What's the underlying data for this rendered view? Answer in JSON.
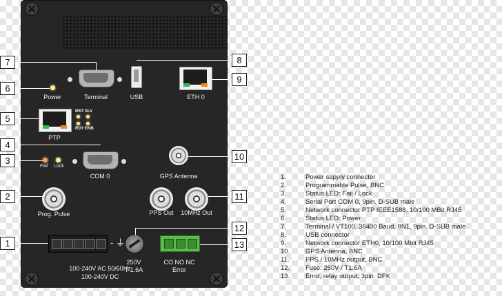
{
  "panel": {
    "power_label": "Power",
    "terminal_label": "Terminal",
    "usb_label": "USB",
    "eth0_label": "ETH 0",
    "ptp_label": "PTP",
    "mst_label": "MST",
    "slv_label": "SLV",
    "rdy_label": "RDY",
    "enb_label": "ENB",
    "fail_label": "Fail",
    "lock_label": "Lock",
    "com0_label": "COM 0",
    "gps_label": "GPS Antenna",
    "prog_pulse_label": "Prog. Pulse",
    "pps_out_label": "PPS Out",
    "mhz_out_label": "10MHz Out",
    "terminal_symbols": "-  ⏚  +",
    "ac_label": "100-240V AC 50/60Hz",
    "dc_label": "100-240V DC",
    "fuse_voltage": "250V",
    "fuse_rating": "T 1.6A",
    "relay_contacts": "CO NO  NC",
    "error_label": "Error"
  },
  "callouts": [
    "1",
    "2",
    "3",
    "4",
    "5",
    "6",
    "7",
    "8",
    "9",
    "10",
    "11",
    "12",
    "13"
  ],
  "legend": [
    {
      "num": "1.",
      "text": "Power supply connector"
    },
    {
      "num": "2.",
      "text": "Programmable Pulse, BNC"
    },
    {
      "num": "3.",
      "text": "Status LED: Fail / Lock"
    },
    {
      "num": "4.",
      "text": "Serial Port COM 0,  9pin. D-SUB male"
    },
    {
      "num": "5.",
      "text": "Network connector PTP IEEE1588, 10/100 MBit RJ45"
    },
    {
      "num": "6.",
      "text": "Status LED: Power"
    },
    {
      "num": "7.",
      "text": "Terminal / VT100, 38400 Baud, 8N1, 9pin. D-SUB male"
    },
    {
      "num": "8.",
      "text": "USB connector"
    },
    {
      "num": "9.",
      "text": "Network connector ETH0, 10/100 Mbit RJ45"
    },
    {
      "num": "10.",
      "text": "GPS Antenna, BNC"
    },
    {
      "num": "11.",
      "text": "PPS / 10MHz output, BNC"
    },
    {
      "num": "12.",
      "text": "Fuse: 250V / T1.6A"
    },
    {
      "num": "13.",
      "text": "Error, relay output, 3pin. DFK"
    }
  ]
}
